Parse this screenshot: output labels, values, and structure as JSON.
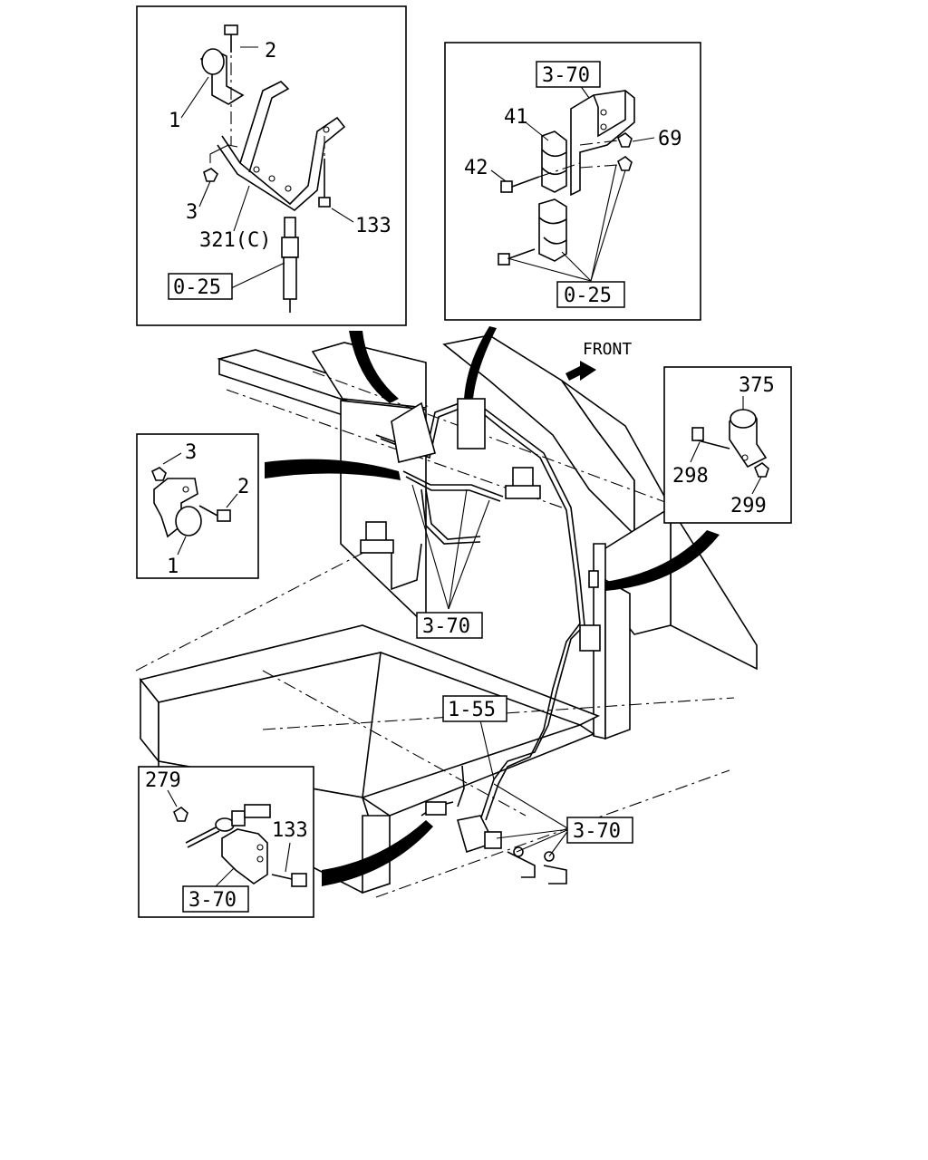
{
  "panels": {
    "top_left": {
      "labels": [
        "2",
        "1",
        "3",
        "321(C)",
        "133"
      ],
      "ref": "0-25"
    },
    "top_right": {
      "labels": [
        "41",
        "69",
        "42"
      ],
      "refs": [
        "3-70",
        "0-25"
      ]
    },
    "left_mid": {
      "labels": [
        "3",
        "2",
        "1"
      ]
    },
    "right_mid": {
      "labels": [
        "375",
        "298",
        "299"
      ]
    },
    "bottom_left": {
      "labels": [
        "279",
        "133"
      ],
      "ref": "3-70"
    }
  },
  "main": {
    "direction": "FRONT",
    "refs": [
      "3-70",
      "1-55",
      "3-70"
    ]
  }
}
